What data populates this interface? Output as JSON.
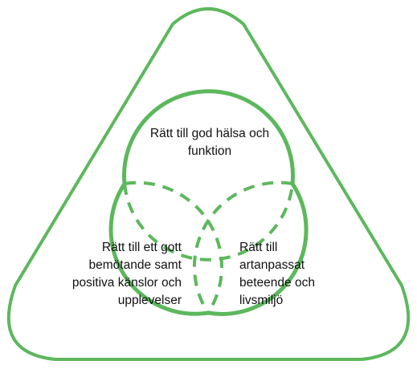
{
  "colors": {
    "stroke": "#5cb85c",
    "text": "#111111",
    "background": "#ffffff"
  },
  "diagram": {
    "top_circle_label": "Rätt till god hälsa och\nfunktion",
    "left_circle_label": "Rätt till ett gott\nbemötande samt\npositiva känslor och\nupplevelser",
    "right_circle_label": "Rätt till\nartanpassat\nbeteende och\nlivsmiljö"
  }
}
